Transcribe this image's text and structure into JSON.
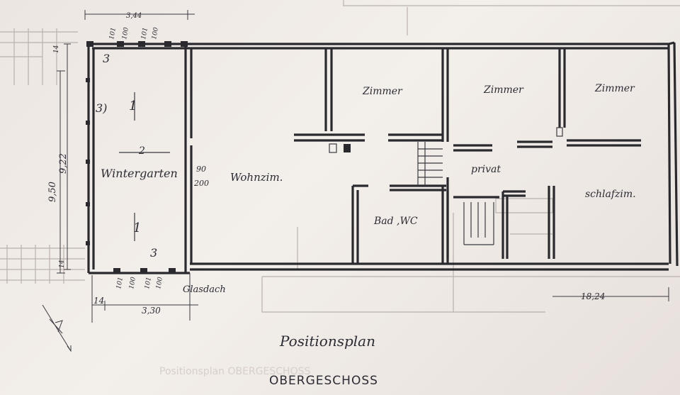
{
  "plan": {
    "title": "Positionsplan",
    "floor": "OBERGESCHOSS",
    "faint_text": "Positionsplan OBERGESCHOSS"
  },
  "rooms": {
    "wintergarten": "Wintergarten",
    "wohnzimmer": "Wohnzim.",
    "zimmer_1": "Zimmer",
    "zimmer_2": "Zimmer",
    "zimmer_3": "Zimmer",
    "privat": "privat",
    "bad_wc": "Bad ,WC",
    "schlafzimmer": "schlafzim."
  },
  "annotations": {
    "glasdach": "Glasdach",
    "door_width": "90",
    "door_height": "200",
    "pos_1_top": "1",
    "pos_1_bottom": "1",
    "pos_2": "2",
    "pos_3_topleft": "3",
    "pos_3_left": "3)",
    "pos_3_bottom": "3"
  },
  "dimensions": {
    "height_outer": "9,50",
    "height_inner": "9,22",
    "wall_left": "14",
    "width_wintergarten": "3,30",
    "total_length": "18,24",
    "top_a": "101",
    "top_b": "100",
    "top_c": "101",
    "top_d": "100",
    "bottom_a": "101",
    "bottom_b": "100",
    "bottom_c": "101",
    "bottom_d": "100",
    "left_small_top": "14",
    "left_small_bottom": "14",
    "top_margin_1": "3,44"
  }
}
